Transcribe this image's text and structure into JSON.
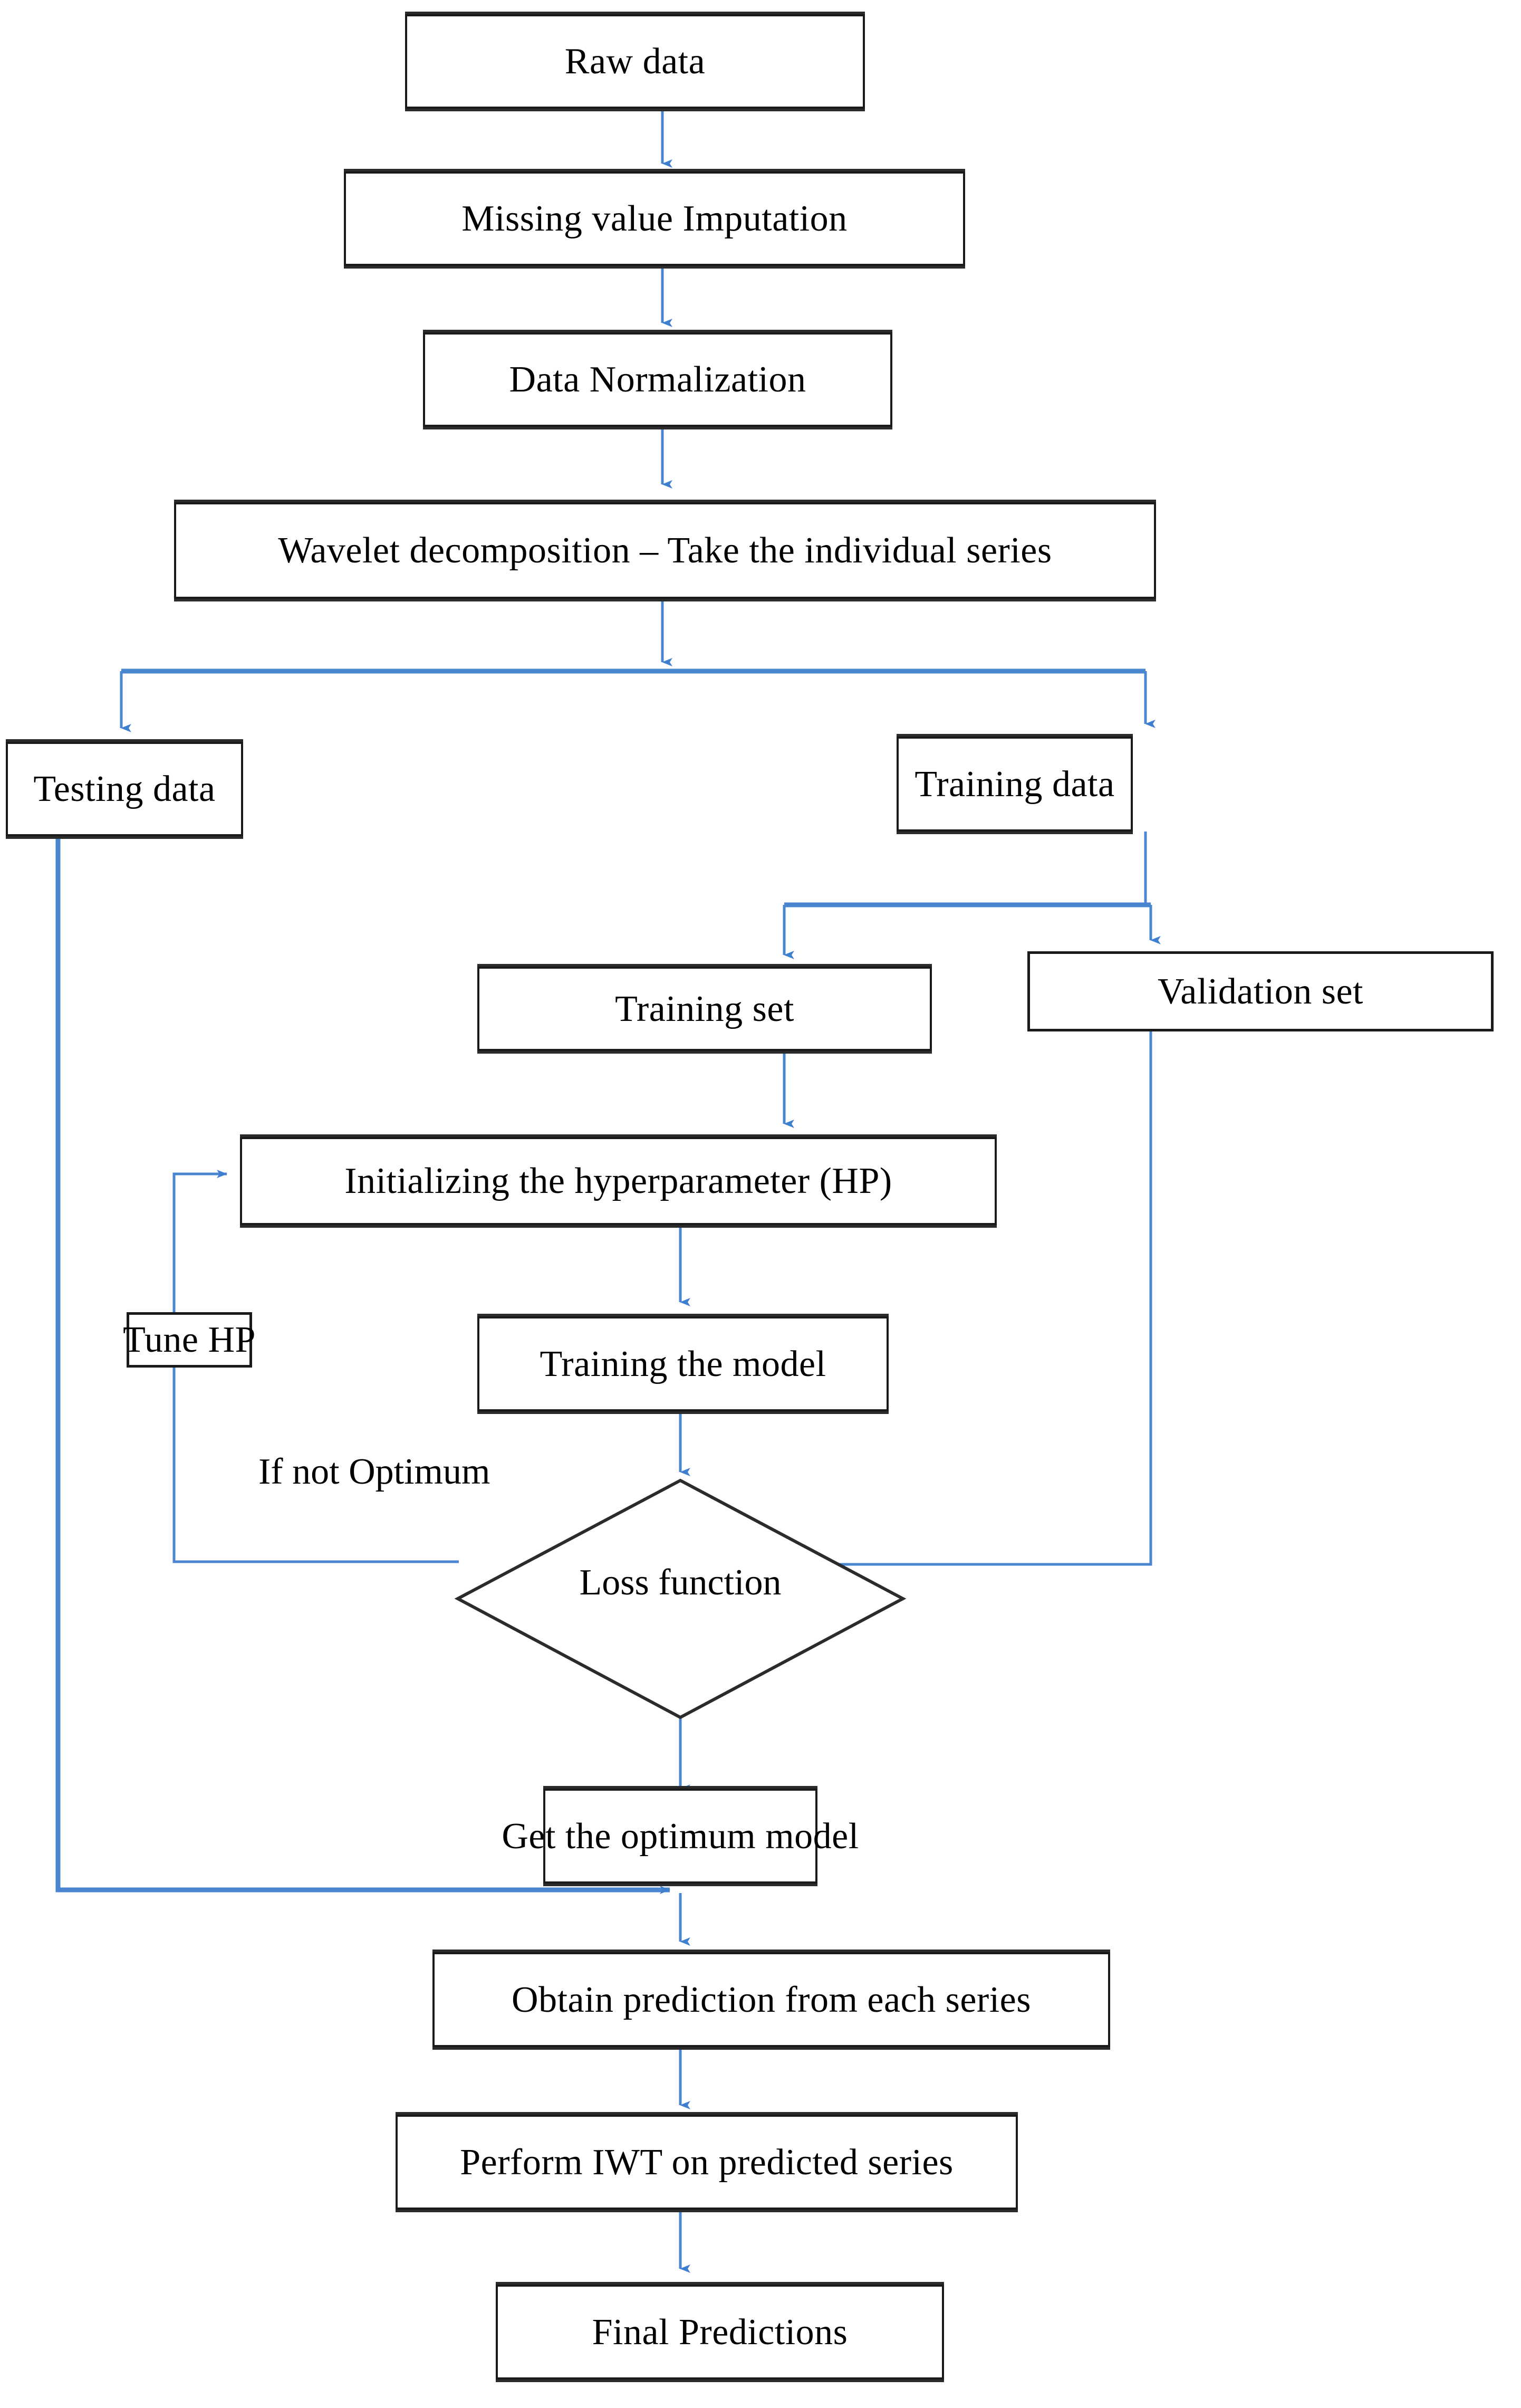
{
  "diagram": {
    "title": "Wavelet-based forecasting model workflow flowchart",
    "accent_color": "#4a86d0",
    "node_border_color": "#1a1a1a",
    "background_color": "#ffffff",
    "nodes": [
      {
        "id": "raw-data",
        "shape": "rectangle",
        "label": "Raw data"
      },
      {
        "id": "missing-value",
        "shape": "rectangle",
        "label": "Missing value Imputation"
      },
      {
        "id": "data-normalization",
        "shape": "rectangle",
        "label": "Data Normalization"
      },
      {
        "id": "wavelet",
        "shape": "rectangle",
        "label": "Wavelet decomposition – Take the individual series"
      },
      {
        "id": "testing-data",
        "shape": "rectangle",
        "label": "Testing data"
      },
      {
        "id": "training-data",
        "shape": "rectangle",
        "label": "Training data"
      },
      {
        "id": "training-set",
        "shape": "rectangle",
        "label": "Training set"
      },
      {
        "id": "validation-set",
        "shape": "rectangle",
        "label": "Validation set"
      },
      {
        "id": "init-hp",
        "shape": "rectangle",
        "label": "Initializing the hyperparameter (HP)"
      },
      {
        "id": "tune-hp",
        "shape": "rectangle",
        "label": "Tune HP"
      },
      {
        "id": "training-model",
        "shape": "rectangle",
        "label": "Training the model"
      },
      {
        "id": "loss-function",
        "shape": "diamond",
        "label": "Loss function"
      },
      {
        "id": "optimum-model",
        "shape": "rectangle",
        "label": "Get the optimum model"
      },
      {
        "id": "obtain-prediction",
        "shape": "rectangle",
        "label": "Obtain prediction from each series"
      },
      {
        "id": "perform-iwt",
        "shape": "rectangle",
        "label": "Perform IWT on predicted series"
      },
      {
        "id": "final-predictions",
        "shape": "rectangle",
        "label": "Final Predictions"
      }
    ],
    "edge_labels": [
      {
        "id": "if-not-optimum",
        "label": "If not Optimum"
      }
    ]
  }
}
